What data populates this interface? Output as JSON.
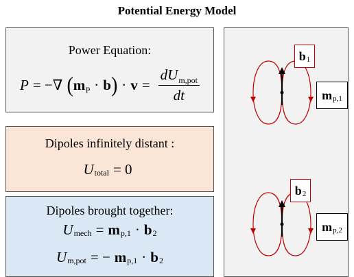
{
  "title": "Potential Energy Model",
  "power": {
    "heading": "Power Equation:",
    "P": "P",
    "eq1": "= −∇",
    "m": "m",
    "m_sub": "p",
    "dot": "·",
    "b": "b",
    "v": "v",
    "eq2": "=",
    "num_d": "dU",
    "num_sub": "m,pot",
    "den": "dt"
  },
  "distant": {
    "heading": "Dipoles infinitely distant :",
    "U": "U",
    "U_sub": "total",
    "rhs": "= 0"
  },
  "together": {
    "heading": "Dipoles brought together:",
    "U": "U",
    "eq1_sub": "mech",
    "eq1_op": "=",
    "m": "m",
    "m_sub": "p,1",
    "dot": "·",
    "b": "b",
    "b_sub": "2",
    "eq2_sub": "m,pot",
    "eq2_op": "= −"
  },
  "right_panel": {
    "tag_b1": "b",
    "tag_b1_sub": "1",
    "tag_m1": "m",
    "tag_m1_sub": "p,1",
    "tag_b2": "b",
    "tag_b2_sub": "2",
    "tag_m2": "m",
    "tag_m2_sub": "p,2",
    "loop_color": "#c00000"
  }
}
